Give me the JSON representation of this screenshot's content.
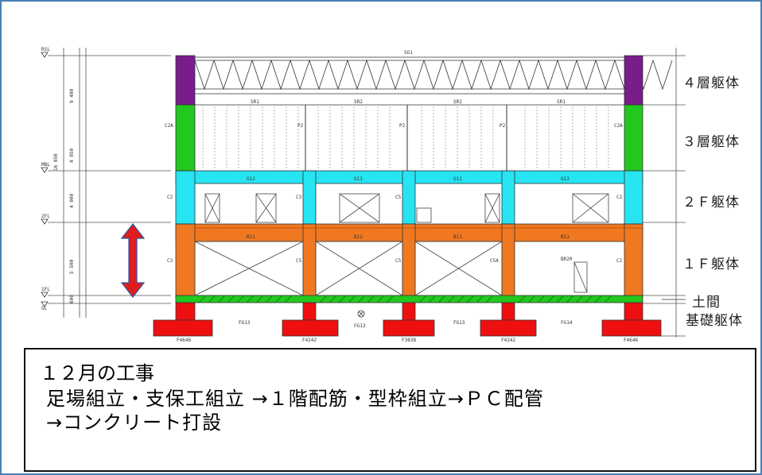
{
  "diagram": {
    "dims": {
      "top_left_upper": "9 400",
      "top_left_lower": "4 050",
      "mid_left": "4 000",
      "lower_left": "5 500",
      "bottom_left": "600",
      "outer_total": "16 050"
    },
    "level_marks": {
      "rsl": "RSL",
      "mbl": "MBL",
      "2fl": "2FL",
      "1fl": "1FL",
      "gl": "GL"
    },
    "beam_labels": {
      "roof": "SG1",
      "truss_row": [
        "SR1",
        "SR2",
        "SR2",
        "SR1"
      ],
      "floor2": [
        "G12",
        "G11",
        "G11",
        "G13"
      ],
      "floor1": [
        "B11",
        "B12",
        "B11",
        "B11"
      ],
      "footing": [
        "FG13",
        "FG13",
        "FG13",
        "FG14"
      ]
    },
    "column_labels": {
      "third": [
        "C2A",
        "P2",
        "P2",
        "P2",
        "C2A"
      ],
      "second": [
        "C2",
        "C3",
        "C5",
        "C2"
      ],
      "first": [
        "C3",
        "C5",
        "C5",
        "C5A",
        "C2"
      ],
      "footing": [
        "F4646",
        "F4242",
        "F3838",
        "F4242",
        "F4646"
      ]
    },
    "other": "BR20",
    "layer_labels": [
      "４層躯体",
      "３層躯体",
      "２Ｆ躯体",
      "１Ｆ躯体",
      "土間",
      "基礎躯体"
    ],
    "colors": {
      "purple": "#7a1c8c",
      "green": "#22c81e",
      "cyan": "#26e4f2",
      "orange": "#f07820",
      "red": "#ee1010",
      "frame": "#4a7fb5"
    }
  },
  "notes": {
    "title": "１２月の工事",
    "line1": "足場組立・支保工組立 →１階配筋・型枠組立→ＰＣ配管",
    "line2": "→コンクリート打設"
  }
}
